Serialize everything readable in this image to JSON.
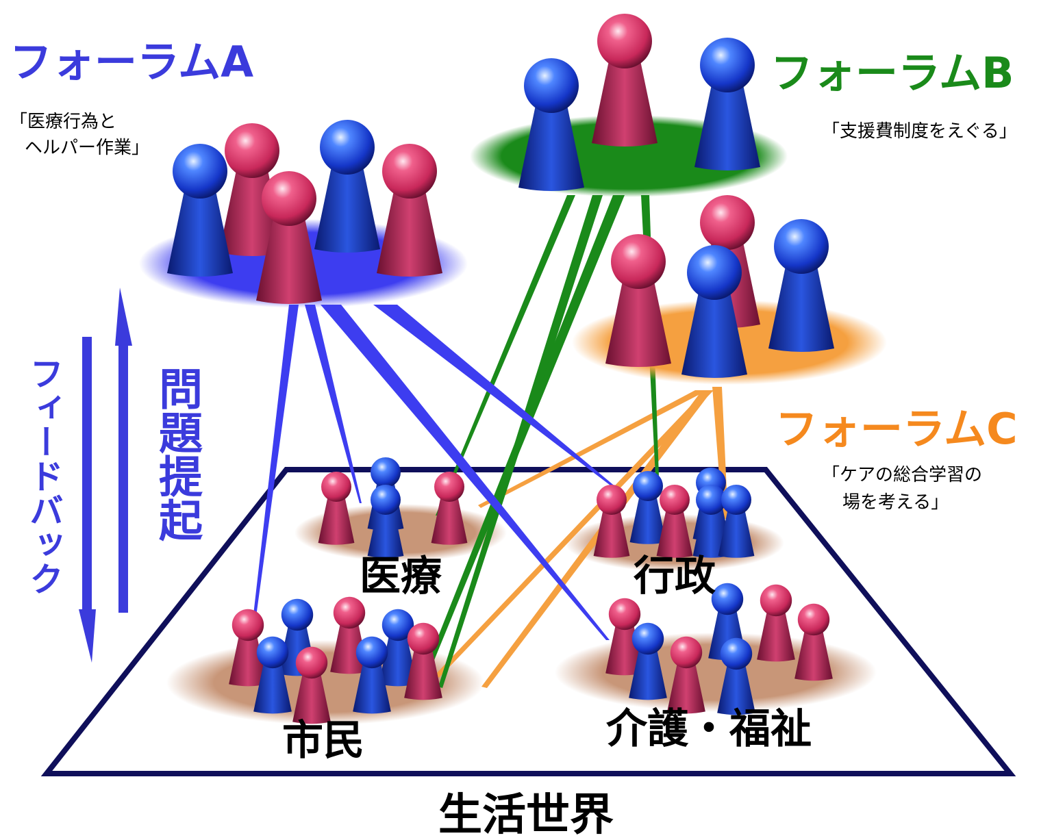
{
  "forums": [
    {
      "id": "A",
      "title": "フォーラムA",
      "subtitle_lines": [
        "「医療行為と",
        "ヘルパー作業」"
      ],
      "color": "#3b3bdc"
    },
    {
      "id": "B",
      "title": "フォーラムB",
      "subtitle_lines": [
        "「支援費制度をえぐる」"
      ],
      "color": "#1a8a1a"
    },
    {
      "id": "C",
      "title": "フォーラムC",
      "subtitle_lines": [
        "「ケアの総合学習の",
        "場を考える」"
      ],
      "color": "#f5891e"
    }
  ],
  "areas": [
    "医療",
    "行政",
    "市民",
    "介護・福祉"
  ],
  "world_label": "生活世界",
  "side_labels": {
    "feedback": "フィードバック",
    "problem": "問題提起"
  },
  "colors": {
    "blue_piece": "#1536c8",
    "red_piece": "#c8285a",
    "plane_border": "#0f0f5a",
    "area_disc": "#c89678",
    "forum_a_disc": "#3d3df0",
    "forum_b_disc": "#1a8a1a",
    "forum_c_disc": "#f5a040"
  }
}
